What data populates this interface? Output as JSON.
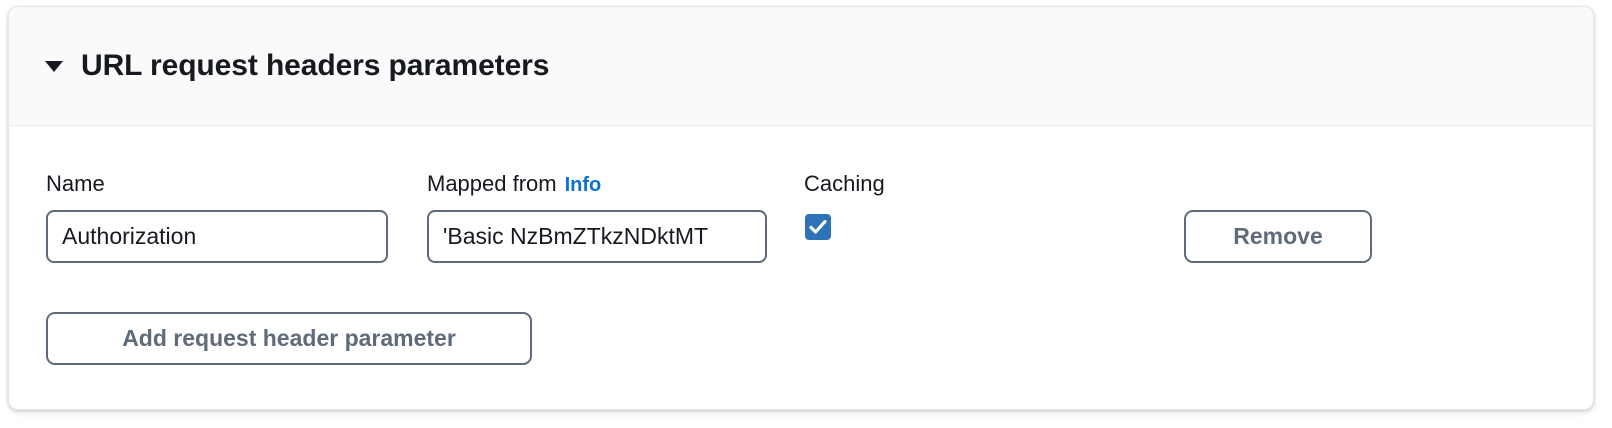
{
  "section": {
    "title": "URL request headers parameters",
    "expanded": true,
    "disclosure_icon": "caret-down-icon"
  },
  "columns": {
    "name_label": "Name",
    "mapped_from_label": "Mapped from",
    "info_link_label": "Info",
    "caching_label": "Caching"
  },
  "rows": [
    {
      "name_value": "Authorization",
      "name_placeholder": "Name",
      "mapped_from_value": "'Basic NzBmZTkzNDktMT",
      "mapped_from_placeholder": "Mapped from",
      "caching_checked": true,
      "remove_label": "Remove"
    }
  ],
  "actions": {
    "add_label": "Add request header parameter"
  },
  "colors": {
    "accent_link": "#0972d3",
    "checkbox_fill": "#2e72b8",
    "control_border": "#5f6b7a",
    "text_primary": "#16191f",
    "header_background": "#fafafa",
    "card_background": "#ffffff"
  }
}
